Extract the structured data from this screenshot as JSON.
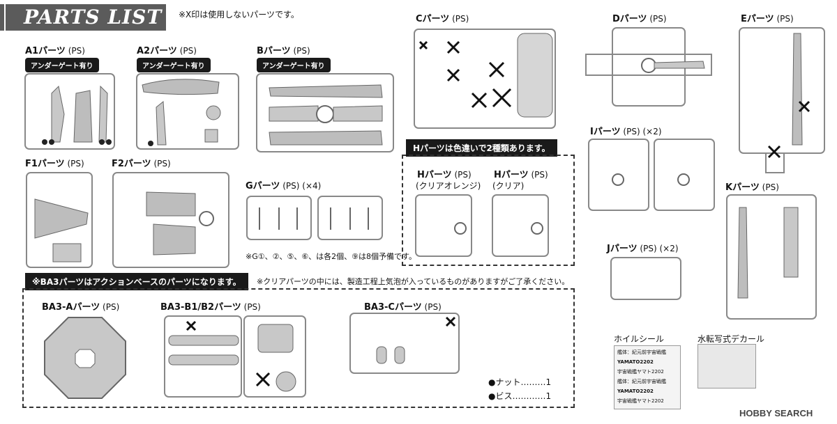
{
  "header": {
    "title": "PARTS LIST",
    "note": "※X印は使用しないパーツです。"
  },
  "parts": {
    "a1": {
      "name": "A1パーツ",
      "material": "(PS)",
      "tag": "アンダーゲート有り"
    },
    "a2": {
      "name": "A2パーツ",
      "material": "(PS)",
      "tag": "アンダーゲート有り"
    },
    "b": {
      "name": "Bパーツ",
      "material": "(PS)",
      "tag": "アンダーゲート有り"
    },
    "c": {
      "name": "Cパーツ",
      "material": "(PS)"
    },
    "d": {
      "name": "Dパーツ",
      "material": "(PS)"
    },
    "e": {
      "name": "Eパーツ",
      "material": "(PS)"
    },
    "f1": {
      "name": "F1パーツ",
      "material": "(PS)"
    },
    "f2": {
      "name": "F2パーツ",
      "material": "(PS)"
    },
    "g": {
      "name": "Gパーツ",
      "material": "(PS)",
      "qty": "(×4)"
    },
    "h_orange": {
      "name": "Hパーツ",
      "material": "(PS)",
      "color": "(クリアオレンジ)"
    },
    "h_clear": {
      "name": "Hパーツ",
      "material": "(PS)",
      "color": "(クリア)"
    },
    "i": {
      "name": "Iパーツ",
      "material": "(PS)",
      "qty": "(×2)"
    },
    "j": {
      "name": "Jパーツ",
      "material": "(PS)",
      "qty": "(×2)"
    },
    "k": {
      "name": "Kパーツ",
      "material": "(PS)"
    },
    "ba3a": {
      "name": "BA3-Aパーツ",
      "material": "(PS)"
    },
    "ba3b": {
      "name": "BA3-B1/B2パーツ",
      "material": "(PS)"
    },
    "ba3c": {
      "name": "BA3-Cパーツ",
      "material": "(PS)"
    }
  },
  "notes": {
    "h_banner": "Hパーツは色違いで2種類あります。",
    "g_spare": "※G①、②、⑤、⑥、は各2個、⑨は8個予備です。",
    "ba3_banner": "※BA3パーツはアクションベースのパーツになります。",
    "clear_note": "※クリアパーツの中には、製造工程上気泡が入っているものがありますがご了承ください。"
  },
  "hardware": {
    "nut": "●ナット………1",
    "screw": "●ビス…………1"
  },
  "stickers": {
    "foil_label": "ホイルシール",
    "decal_label": "水転写式デカール",
    "foil_lines": [
      "艦体：紀元前宇宙戦艦",
      "YAMATO2202",
      "宇宙戦艦ヤマト2202",
      "艦体：紀元前宇宙戦艦",
      "YAMATO2202",
      "宇宙戦艦ヤマト2202"
    ]
  },
  "watermark": {
    "text": "HOBBY SEARCH"
  },
  "colors": {
    "sprue": "#c8c8c8",
    "sprue_dark": "#9a9a9a",
    "banner": "#1a1a1a",
    "title_bg": "#5b5b5b"
  }
}
